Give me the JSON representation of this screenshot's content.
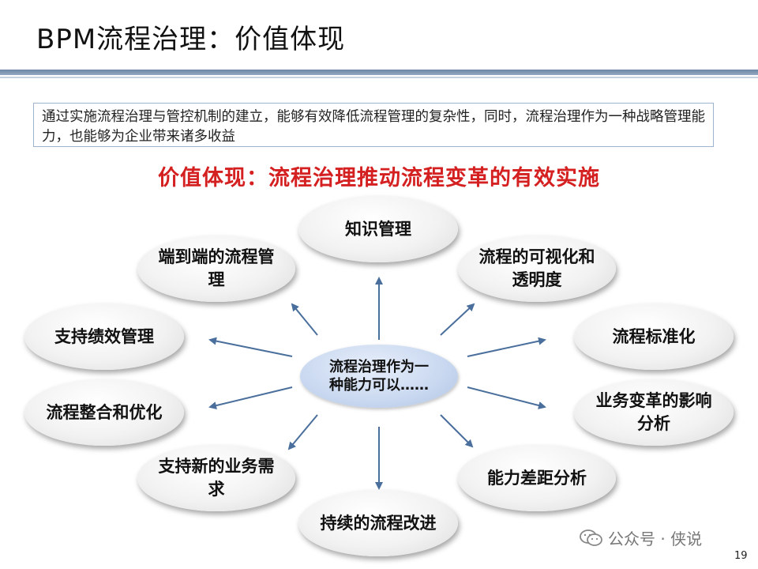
{
  "title": "BPM流程治理：价值体现",
  "intro": "通过实施流程治理与管控机制的建立，能够有效降低流程管理的复杂性，同时，流程治理作为一种战略管理能力，也能够为企业带来诸多收益",
  "subtitle": "价值体现：流程治理推动流程变革的有效实施",
  "center": {
    "text": "流程治理作为一种能力可以……"
  },
  "nodes": [
    {
      "text": "知识管理"
    },
    {
      "text": "流程的可视化和透明度"
    },
    {
      "text": "流程标准化"
    },
    {
      "text": "业务变革的影响分析"
    },
    {
      "text": "能力差距分析"
    },
    {
      "text": "持续的流程改进"
    },
    {
      "text": "支持新的业务需求"
    },
    {
      "text": "流程整合和优化"
    },
    {
      "text": "支持绩效管理"
    },
    {
      "text": "端到端的流程管理"
    }
  ],
  "colors": {
    "arrow": "#4a6f9c",
    "subtitle": "#d42020",
    "rule": "#6d87a6"
  },
  "watermark": "公众号 · 侠说",
  "page_number": "19"
}
